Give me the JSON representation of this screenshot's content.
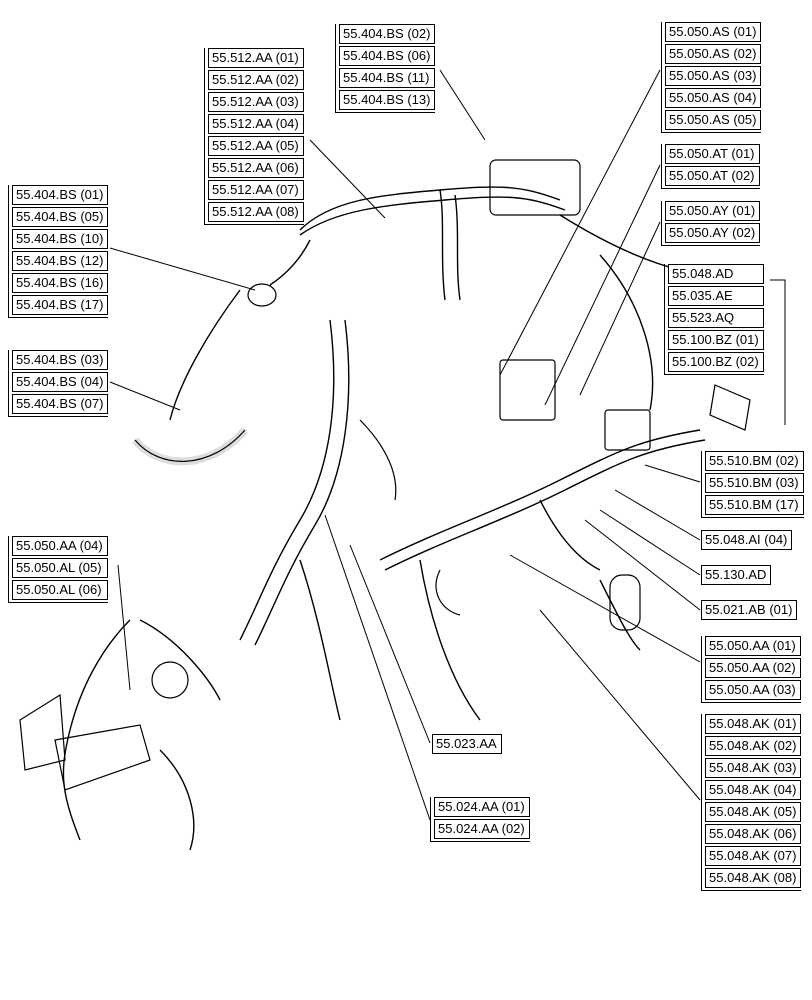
{
  "diagram": {
    "groups": [
      {
        "id": "g1",
        "labels": [
          "55.404.BS (02)",
          "55.404.BS (06)",
          "55.404.BS (11)",
          "55.404.BS (13)"
        ]
      },
      {
        "id": "g2",
        "labels": [
          "55.512.AA (01)",
          "55.512.AA (02)",
          "55.512.AA (03)",
          "55.512.AA (04)",
          "55.512.AA (05)",
          "55.512.AA (06)",
          "55.512.AA (07)",
          "55.512.AA (08)"
        ]
      },
      {
        "id": "g3",
        "labels": [
          "55.050.AS (01)",
          "55.050.AS (02)",
          "55.050.AS (03)",
          "55.050.AS (04)",
          "55.050.AS (05)"
        ]
      },
      {
        "id": "g4",
        "labels": [
          "55.050.AT (01)",
          "55.050.AT (02)"
        ]
      },
      {
        "id": "g5",
        "labels": [
          "55.050.AY (01)",
          "55.050.AY (02)"
        ]
      },
      {
        "id": "g6",
        "labels": [
          "55.048.AD",
          "55.035.AE",
          "55.523.AQ",
          "55.100.BZ (01)",
          "55.100.BZ (02)"
        ]
      },
      {
        "id": "g7",
        "labels": [
          "55.404.BS (01)",
          "55.404.BS (05)",
          "55.404.BS (10)",
          "55.404.BS (12)",
          "55.404.BS (16)",
          "55.404.BS (17)"
        ]
      },
      {
        "id": "g8",
        "labels": [
          "55.404.BS (03)",
          "55.404.BS (04)",
          "55.404.BS (07)"
        ]
      },
      {
        "id": "g9",
        "labels": [
          "55.510.BM (02)",
          "55.510.BM (03)",
          "55.510.BM (17)"
        ]
      },
      {
        "id": "g10",
        "labels": [
          "55.048.AI (04)"
        ]
      },
      {
        "id": "g11",
        "labels": [
          "55.130.AD"
        ]
      },
      {
        "id": "g12",
        "labels": [
          "55.021.AB (01)"
        ]
      },
      {
        "id": "g13",
        "labels": [
          "55.050.AA (04)",
          "55.050.AL (05)",
          "55.050.AL (06)"
        ]
      },
      {
        "id": "g14",
        "labels": [
          "55.050.AA (01)",
          "55.050.AA (02)",
          "55.050.AA (03)"
        ]
      },
      {
        "id": "g15",
        "labels": [
          "55.023.AA"
        ]
      },
      {
        "id": "g16",
        "labels": [
          "55.024.AA (01)",
          "55.024.AA (02)"
        ]
      },
      {
        "id": "g17",
        "labels": [
          "55.048.AK (01)",
          "55.048.AK (02)",
          "55.048.AK (03)",
          "55.048.AK (04)",
          "55.048.AK (05)",
          "55.048.AK (06)",
          "55.048.AK (07)",
          "55.048.AK (08)"
        ]
      }
    ]
  }
}
